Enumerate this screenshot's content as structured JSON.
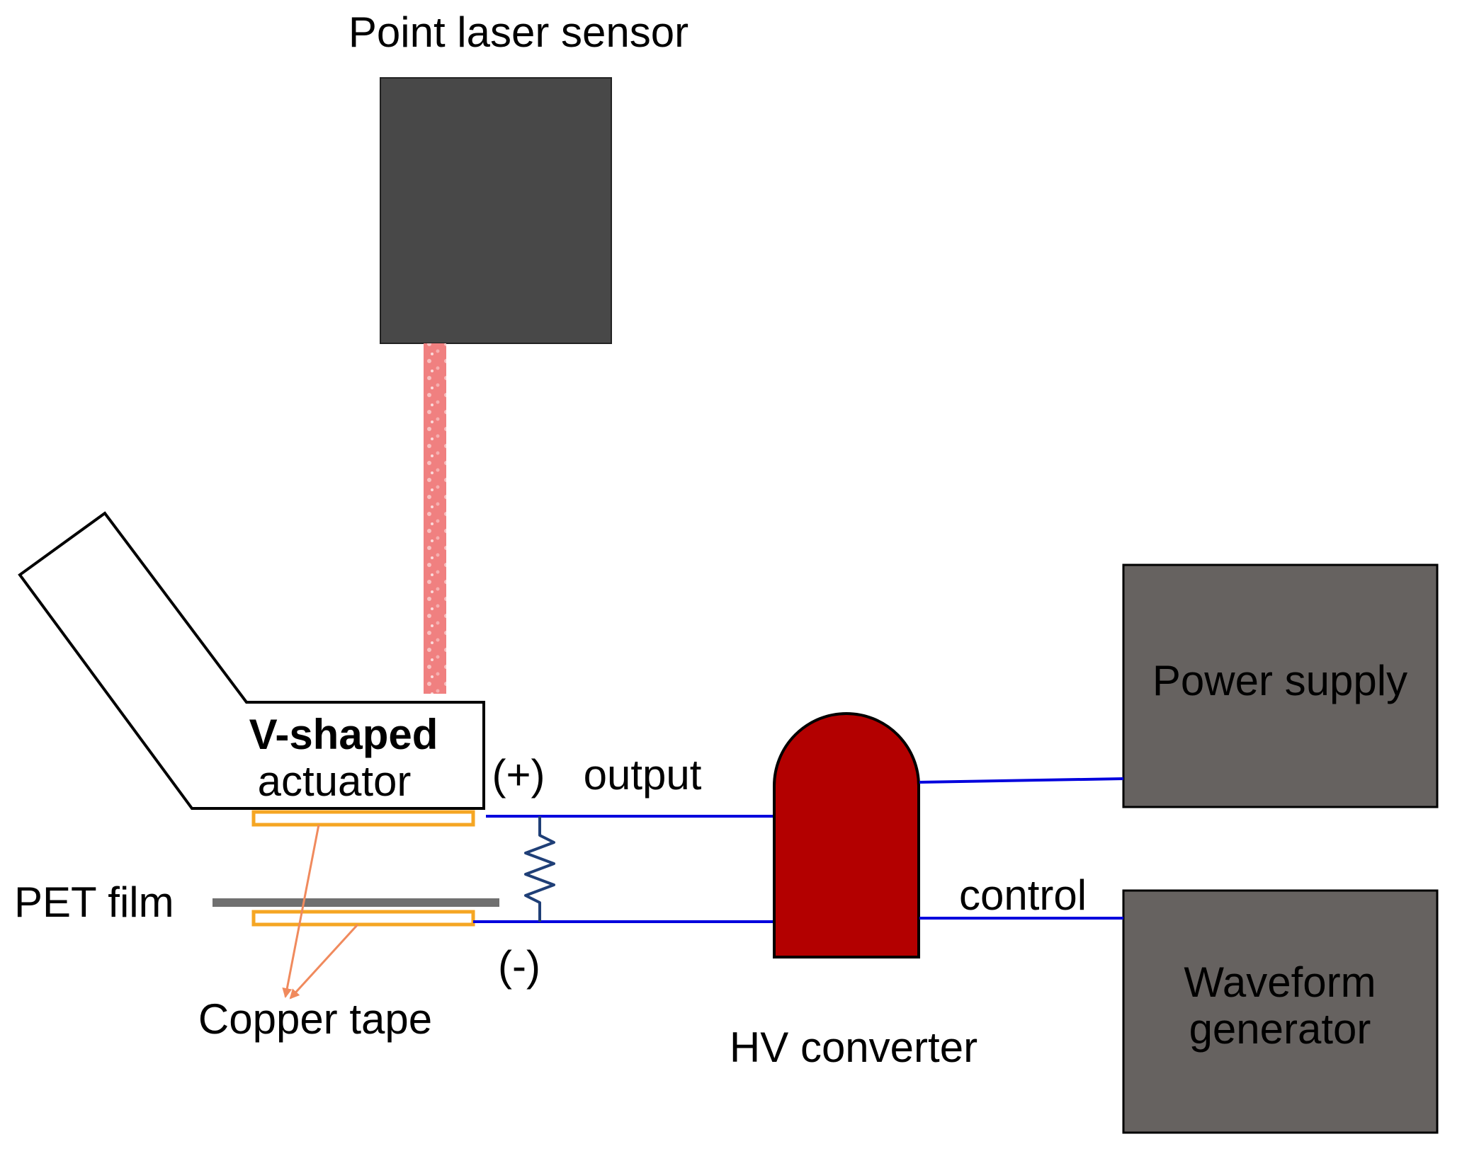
{
  "labels": {
    "point_laser_sensor": "Point laser sensor",
    "v_shaped_line1": "V-shaped",
    "v_shaped_line2": "actuator",
    "plus": "(+)",
    "output": "output",
    "minus": "(-)",
    "pet_film": "PET film",
    "copper_tape": "Copper tape",
    "hv_converter": "HV converter",
    "control": "control",
    "power_supply": "Power supply",
    "waveform_line1": "Waveform",
    "waveform_line2": "generator"
  },
  "colors": {
    "sensor_body": "#484848",
    "laser_beam": "#f08080",
    "copper_tape": "#f5a623",
    "arrow": "#f08a5d",
    "wire": "#0000dd",
    "resistor": "#1f3f77",
    "hv_converter": "#b30000",
    "pet_film": "#707070",
    "box": "#666260"
  }
}
